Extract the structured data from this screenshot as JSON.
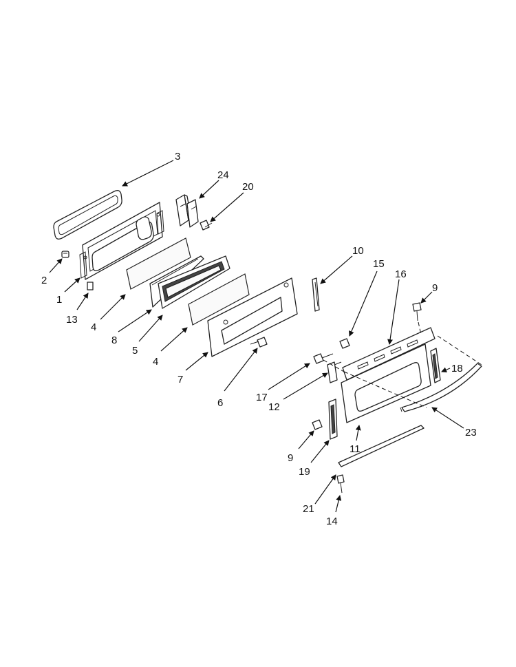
{
  "callouts": {
    "c1": "1",
    "c2": "2",
    "c3": "3",
    "c4a": "4",
    "c4b": "4",
    "c5": "5",
    "c6": "6",
    "c7": "7",
    "c8": "8",
    "c9a": "9",
    "c9b": "9",
    "c10": "10",
    "c11": "11",
    "c12": "12",
    "c13": "13",
    "c14": "14",
    "c15": "15",
    "c16": "16",
    "c17": "17",
    "c18": "18",
    "c19": "19",
    "c20": "20",
    "c21": "21",
    "c23": "23",
    "c24": "24"
  }
}
